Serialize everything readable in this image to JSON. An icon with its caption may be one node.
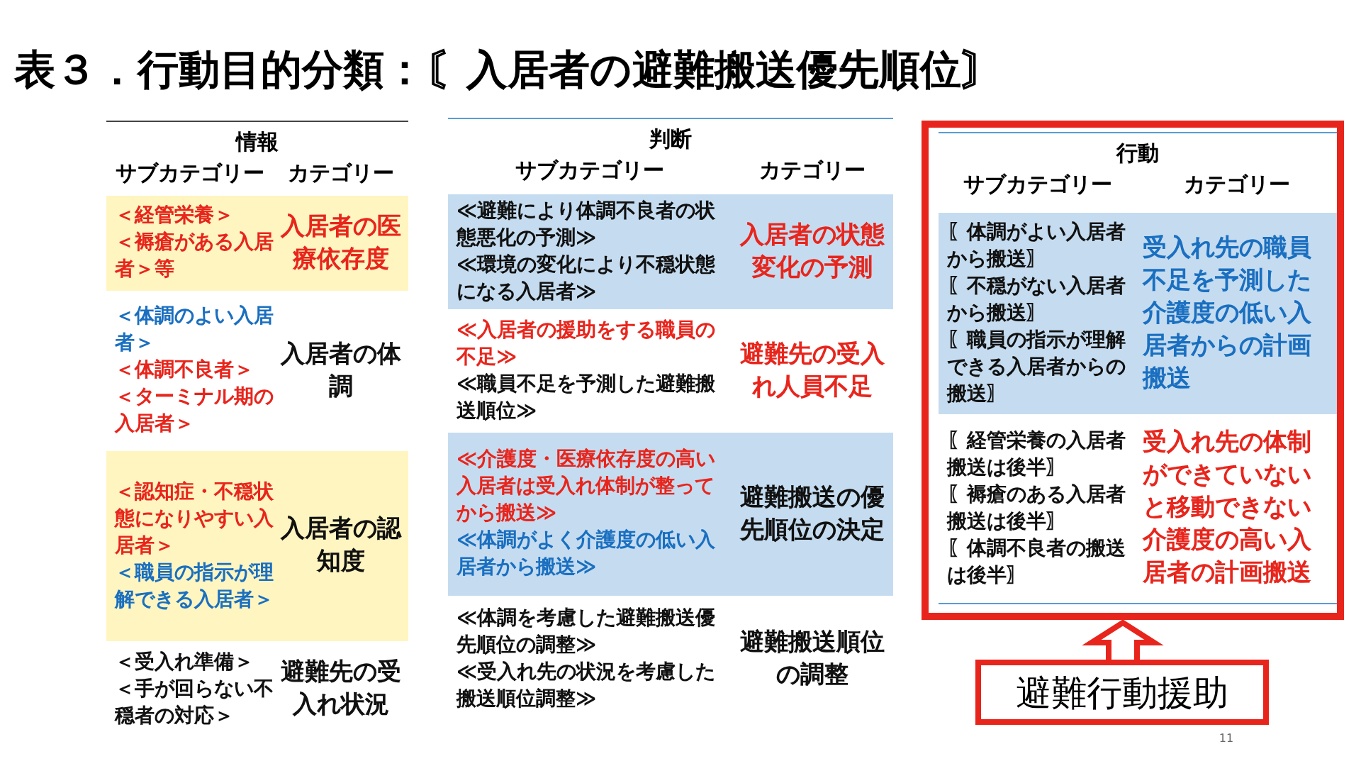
{
  "diagram": {
    "title": "表３．行動目的分類：〘入居者の避難搬送優先順位〙",
    "nodes": [
      {
        "text": [],
        "shape": "box"
      },
      {
        "text": [
          "避難行動援助"
        ]
      }
    ],
    "edges": [
      {
        "from": 1,
        "to": 0,
        "arrow": "to"
      }
    ],
    "labels": [
      "情報",
      "サブカテゴリー",
      "カテゴリー",
      "＜経管栄養＞",
      "＜褥瘡がある入居者＞等",
      "入居者の医療依存度",
      "＜体調のよい入居者＞",
      "＜体調不良者＞",
      "＜ターミナル期の入居者＞",
      "入居者の体調",
      "＜認知症・不穏状態になりやすい入居者＞",
      "＜職員の指示が理解できる入居者＞",
      "入居者の認知度",
      "＜受入れ準備＞",
      "＜手が回らない不穏者の対応＞",
      "避難先の受入れ状況",
      "判断",
      "サブカテゴリー",
      "カテゴリー",
      "≪避難により体調不良者の状態悪化の予測≫",
      "≪環境の変化により不穏状態になる入居者≫",
      "入居者の状態変化の予測",
      "≪入居者の援助をする職員の不足≫",
      "≪職員不足を予測した避難搬送順位≫",
      "避難先の受入れ人員不足",
      "≪介護度・医療依存度の高い入居者は受入れ体制が整ってから搬送≫",
      "≪体調がよく介護度の低い入居者から搬送≫",
      "避難搬送の優先順位の決定",
      "≪体調を考慮した避難搬送優先順位の調整≫",
      "≪受入れ先の状況を考慮した搬送順位調整≫",
      "避難搬送順位の調整",
      "行動",
      "サブカテゴリー",
      "カテゴリー",
      "〖体調がよい入居者から搬送〗",
      "〖不穏がない入居者から搬送〗",
      "〖職員の指示が理解できる入居者からの搬送〗",
      "受入れ先の職員不足を予測した介護度の低い入居者からの計画搬送",
      "〖経管栄養の入居者搬送は後半〗",
      "〖褥瘡のある入居者搬送は後半〗",
      "〖体調不良者の搬送は後半〗",
      "受入れ先の体制ができていないと移動できない介護度の高い入居者の計画搬送",
      "11"
    ]
  }
}
